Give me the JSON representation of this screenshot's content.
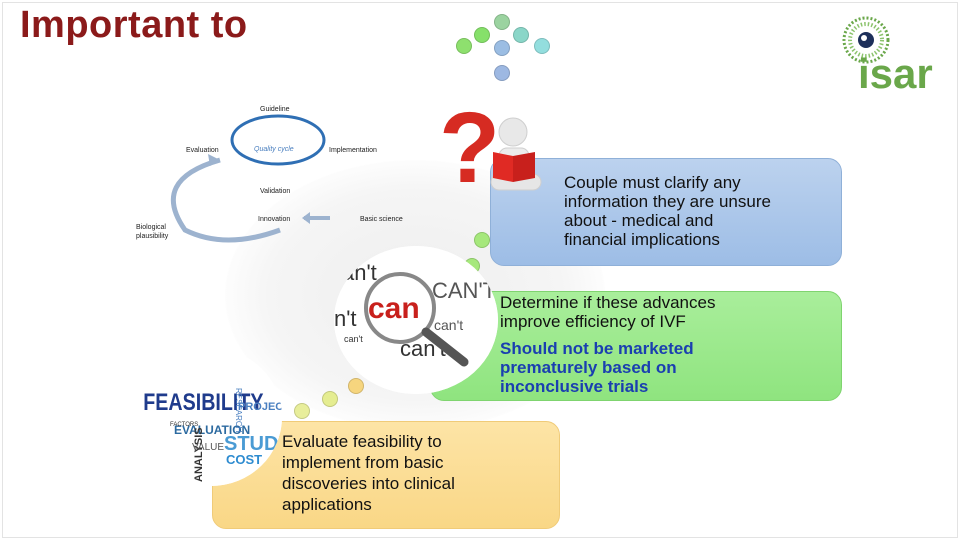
{
  "slide": {
    "title": "Important to"
  },
  "logo": {
    "text": "isar",
    "brand_color": "#6aa74a"
  },
  "cycle_diagram": {
    "labels": {
      "guideline": "Guideline",
      "evaluation": "Evaluation",
      "quality_cycle": "Quality cycle",
      "implementation": "Implementation",
      "validation": "Validation",
      "biological_plausibility_1": "Biological",
      "biological_plausibility_2": "plausibility",
      "innovation": "Innovation",
      "basic_science": "Basic science"
    }
  },
  "boxes": {
    "blue": {
      "lines": [
        "Couple must clarify any",
        "information they are unsure",
        "about - medical and",
        "financial implications"
      ],
      "color": "#a9c6ea"
    },
    "green": {
      "lines_main": [
        "Determine if these advances",
        "improve efficiency of IVF"
      ],
      "lines_highlight": [
        "Should not be marketed",
        "prematurely based on",
        "inconclusive trials"
      ],
      "color": "#94e784",
      "highlight_color": "#1a3fb0"
    },
    "yellow": {
      "lines": [
        "Evaluate feasibility to",
        "implement from basic",
        "discoveries into clinical",
        "applications"
      ],
      "color": "#fbdc90"
    }
  },
  "images": {
    "question_figure": {
      "icon": "question-mark-reader-icon"
    },
    "can_cant": {
      "word_big": "can",
      "word_small_1": "can't",
      "word_small_2": "CAN'T",
      "word_small_3": "can't"
    },
    "feasibility_cloud": {
      "words": [
        "FEASIBILITY",
        "STUDY",
        "EVALUATION",
        "PROJECT",
        "COST",
        "ANALYSIS",
        "VALUE",
        "RESEARCH",
        "FACTORS"
      ]
    }
  }
}
